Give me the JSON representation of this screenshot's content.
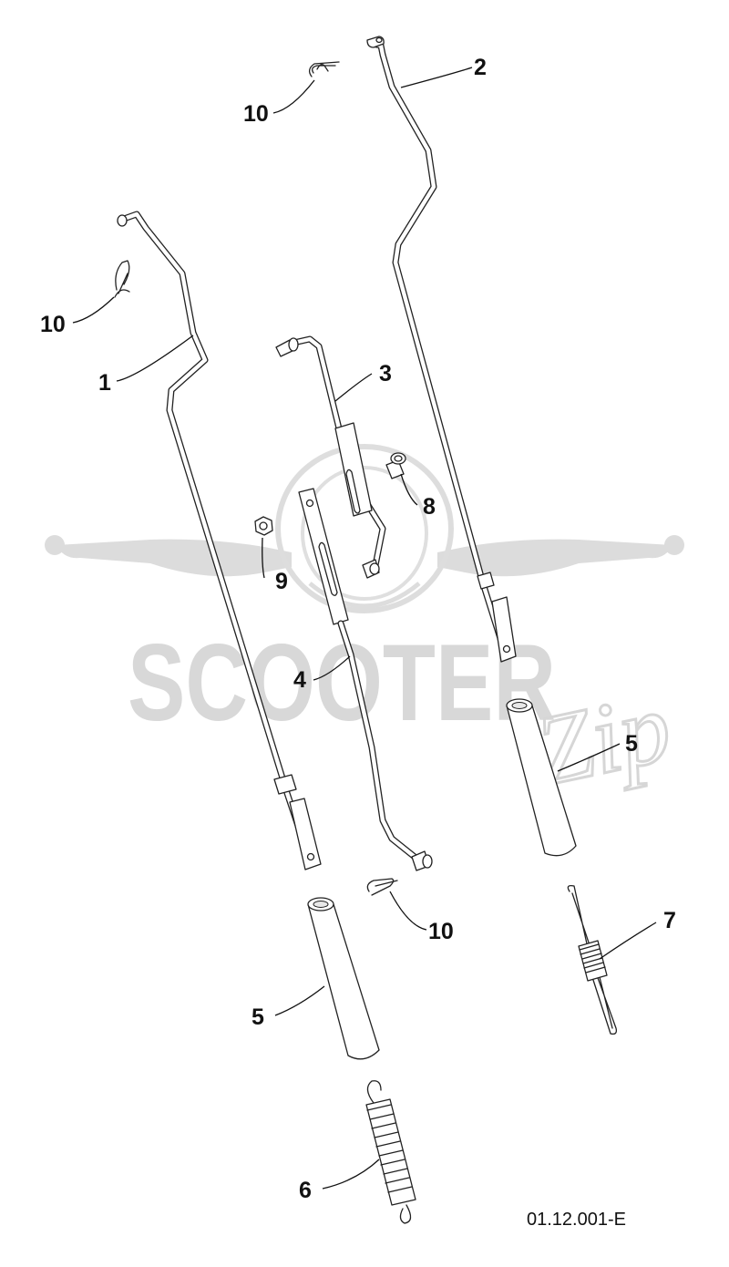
{
  "watermark": {
    "brand": "SCOOTER",
    "script": "Zip"
  },
  "drawing_code": "01.12.001-E",
  "callouts": [
    {
      "id": "c1",
      "number": "1"
    },
    {
      "id": "c2",
      "number": "2"
    },
    {
      "id": "c3",
      "number": "3"
    },
    {
      "id": "c4",
      "number": "4"
    },
    {
      "id": "c5a",
      "number": "5"
    },
    {
      "id": "c5b",
      "number": "5"
    },
    {
      "id": "c6",
      "number": "6"
    },
    {
      "id": "c7",
      "number": "7"
    },
    {
      "id": "c8",
      "number": "8"
    },
    {
      "id": "c9",
      "number": "9"
    },
    {
      "id": "c10a",
      "number": "10"
    },
    {
      "id": "c10b",
      "number": "10"
    },
    {
      "id": "c10c",
      "number": "10"
    }
  ]
}
